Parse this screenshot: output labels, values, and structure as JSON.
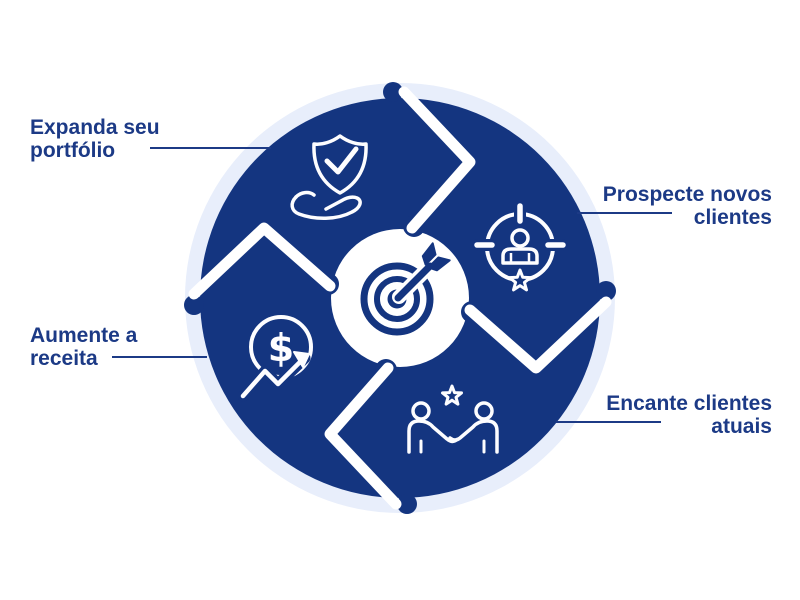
{
  "diagram": {
    "type": "cycle",
    "direction": "clockwise",
    "colors": {
      "primary_navy": "#143580",
      "halo_blue": "#E8EEFB",
      "icon_stroke": "#FDFDFF",
      "label_text": "#1C3A86",
      "background": "#FFFFFF",
      "center_circle": "#FFFFFF"
    },
    "center": {
      "icon": "target-dart-icon"
    },
    "steps": [
      {
        "name": "expand-portfolio",
        "line1": "Expanda seu",
        "line2": "portfólio",
        "icon": "shield-check-hand-icon",
        "position": "top-left"
      },
      {
        "name": "prospect-new-clients",
        "line1": "Prospecte novos",
        "line2": "clientes",
        "icon": "person-target-star-icon",
        "position": "right"
      },
      {
        "name": "increase-revenue",
        "line1": "Aumente a",
        "line2": "receita",
        "icon": "dollar-growth-icon",
        "position": "left"
      },
      {
        "name": "delight-current-clients",
        "line1": "Encante clientes",
        "line2": "atuais",
        "icon": "handshake-star-icon",
        "position": "bottom-right"
      }
    ]
  }
}
